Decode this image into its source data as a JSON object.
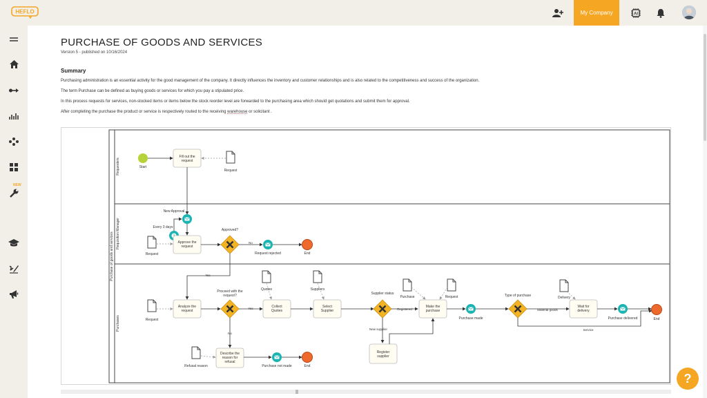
{
  "topbar": {
    "logo_text": "HEFLO",
    "company_label": "My Company",
    "icons": [
      "add-user-icon",
      "ai-chip-icon",
      "bell-icon"
    ]
  },
  "sidebar": {
    "icons": [
      "menu-icon",
      "home-icon",
      "flow-icon",
      "chart-icon",
      "nodes-icon",
      "grid-icon",
      "wrench-icon",
      "graduation-cap-icon",
      "signature-icon",
      "megaphone-icon"
    ],
    "new_badge": "NEW"
  },
  "page": {
    "title": "PURCHASE OF GOODS AND SERVICES",
    "version": "Version 5 - published on 10/16/2024",
    "summary_heading": "Summary",
    "paragraphs": [
      "Purchasing administration is an essential activity for the good management of the company. It directly influences the inventory and customer relationships and is also related to the competitiveness and success of the organization.",
      "The term Purchase can be defined as buying goods or services for which you pay a stipulated price.",
      "In this process requests for services, non-stocked items or items below the stock reorder level are forwarded to the purchasing area which should get quotations and submit them for approval."
    ],
    "last_para_before": "After completing the purchase the product or service is respectively routed to the receiving ",
    "last_para_link": "warehouse",
    "last_para_after": " or solicitant ."
  },
  "diagram": {
    "pool": "Purchase of goods and services",
    "lanes": [
      "Requesters",
      "Requisition Manager",
      "Purchases"
    ],
    "labels": {
      "start": "Start",
      "fill_out_1": "Fill out the",
      "fill_out_2": "request",
      "request": "Request",
      "new_approval": "New Approval",
      "every_3_days": "Every 3 days",
      "approve_1": "Approve the",
      "approve_2": "request",
      "approved_q": "Approved?",
      "no": "No",
      "yes": "Yes",
      "request_rejected": "Request rejected",
      "end": "End",
      "analyze_1": "Analyze the",
      "analyze_2": "request",
      "proceed_1": "Proceed with the",
      "proceed_2": "request?",
      "quotes": "Quotes",
      "collect_1": "Collect",
      "collect_2": "Quotes",
      "suppliers": "Suppliers",
      "select_1": "Select",
      "select_2": "Supplier",
      "supplier_status": "Supplier status",
      "registered": "Registered",
      "new_supplier": "New supplier",
      "register_1": "Register",
      "register_2": "supplier",
      "purchase": "Purchase",
      "make_1": "Make the",
      "make_2": "purchase",
      "purchase_made": "Purchase made",
      "type_of_purchase": "Type of purchase",
      "material_goods": "Material goods",
      "service": "Service",
      "delivery": "Delivery",
      "wait_1": "Wait for",
      "wait_2": "delivery",
      "purchase_delivered": "Purchase delivered",
      "describe_1": "Describe the",
      "describe_2": "reason for",
      "describe_3": "refusal",
      "refusal_reason": "Refusal reason",
      "purchase_not_made": "Purchase not made"
    }
  },
  "help_label": "?",
  "colors": {
    "accent": "#f5a623",
    "start_event": "#b6d33a",
    "end_event": "#ee6a2c",
    "message_event": "#1bb4b2",
    "gateway": "#f4b323",
    "task_fill": "#fffdf2"
  }
}
